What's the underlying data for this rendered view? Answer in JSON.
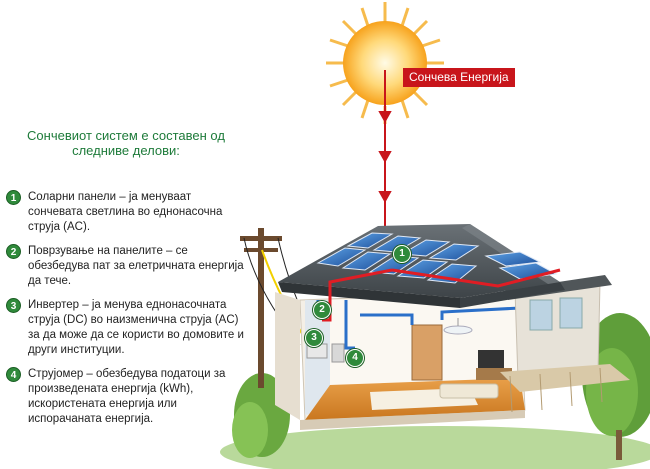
{
  "sun_label": "Сончева Енергија",
  "intro": "Сончевиот систем е составен од следниве делови:",
  "steps": [
    {
      "num": "1",
      "text": "Соларни панели – ја менуваат сончевата светлина во еднонасочна струја (AC)."
    },
    {
      "num": "2",
      "text": "Поврзување на панелите – се обезбедува пат за елетричната енергија да тече."
    },
    {
      "num": "3",
      "text": "Инвертер – ја менува еднонасочната струја (DC) во наизменична струја (AC) за да може да се користи во домовите и други институции."
    },
    {
      "num": "4",
      "text": "Струјомер – обезбедува податоци за произведената енергија (kWh), искористената енергија или испорачаната енергија."
    }
  ],
  "markers": [
    "1",
    "2",
    "3",
    "4"
  ],
  "colors": {
    "accent_red": "#c8151b",
    "step_green": "#2f8a3b",
    "intro_green": "#1e7b3a",
    "wire_blue": "#2a6fc9"
  }
}
